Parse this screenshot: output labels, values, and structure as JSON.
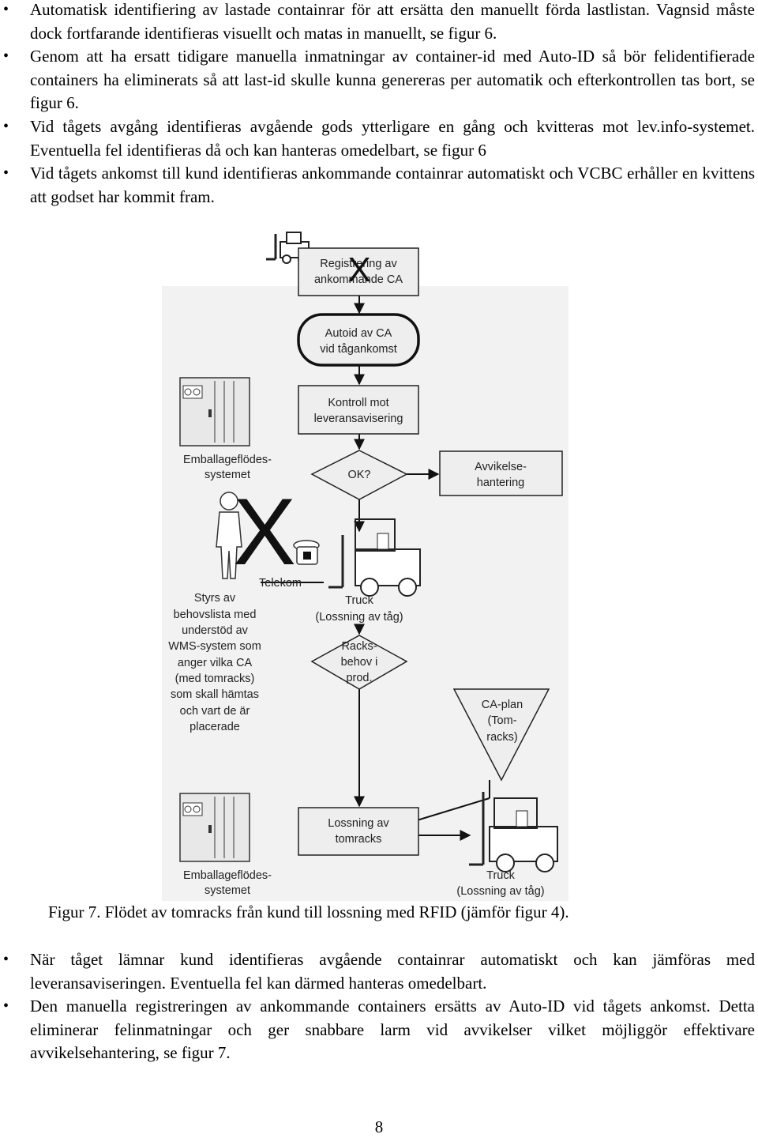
{
  "bullets_top": [
    "Automatisk identifiering av lastade containrar för att ersätta den manuellt förda lastlistan. Vagnsid måste dock fortfarande identifieras visuellt och matas in manuellt, se figur 6.",
    "Genom att ha ersatt tidigare manuella inmatningar av container-id med Auto-ID så bör felidentifierade containers ha eliminerats så att last-id skulle kunna genereras per automatik och efterkontrollen tas bort, se figur 6.",
    "Vid tågets avgång identifieras avgående gods ytterligare en gång och kvitteras mot lev.info-systemet. Eventuella fel identifieras då och kan hanteras omedelbart, se figur 6",
    "Vid tågets ankomst till kund identifieras ankommande containrar automatiskt och VCBC erhåller en kvittens att godset har kommit fram."
  ],
  "diagram": {
    "reg_box": [
      "Registrering av",
      "ankommande CA"
    ],
    "x_mark": "X",
    "autoid_box": [
      "Autoid av CA",
      "vid tågankomst"
    ],
    "kontroll_box": [
      "Kontroll mot",
      "leveransavisering"
    ],
    "ok_diamond": "OK?",
    "avvikelse_box": [
      "Avvikelse-",
      "hantering"
    ],
    "emballage_top": [
      "Emballageflödes-",
      "systemet"
    ],
    "person_x_mark": "X",
    "telekom": "Telekom",
    "truck_top": [
      "Truck",
      "(Lossning av tåg)"
    ],
    "styrs_text": [
      "Styrs av",
      "behovslista med",
      "understöd av",
      "WMS-system som",
      "anger vilka CA",
      "(med tomracks)",
      "som skall hämtas",
      "och vart de är",
      "placerade"
    ],
    "racks_diamond": [
      "Racks-",
      "behov i",
      "prod."
    ],
    "caplan": [
      "CA-plan",
      "(Tom-",
      "racks)"
    ],
    "lossning_box": [
      "Lossning av",
      "tomracks"
    ],
    "emballage_bottom": [
      "Emballageflödes-",
      "systemet"
    ],
    "truck_bottom": [
      "Truck",
      "(Lossning av tåg)"
    ]
  },
  "caption": "Figur 7. Flödet av tomracks från kund till lossning med RFID (jämför figur 4).",
  "bullets_bottom": [
    "När tåget lämnar kund identifieras avgående containrar automatiskt och kan jämföras med leveransaviseringen. Eventuella fel kan därmed hanteras omedelbart.",
    "Den manuella registreringen av ankommande containers ersätts av Auto-ID vid tågets ankomst. Detta eliminerar felinmatningar och ger snabbare larm vid avvikelser vilket möjliggör effektivare avvikelsehantering, se figur 7."
  ],
  "page_number": "8"
}
